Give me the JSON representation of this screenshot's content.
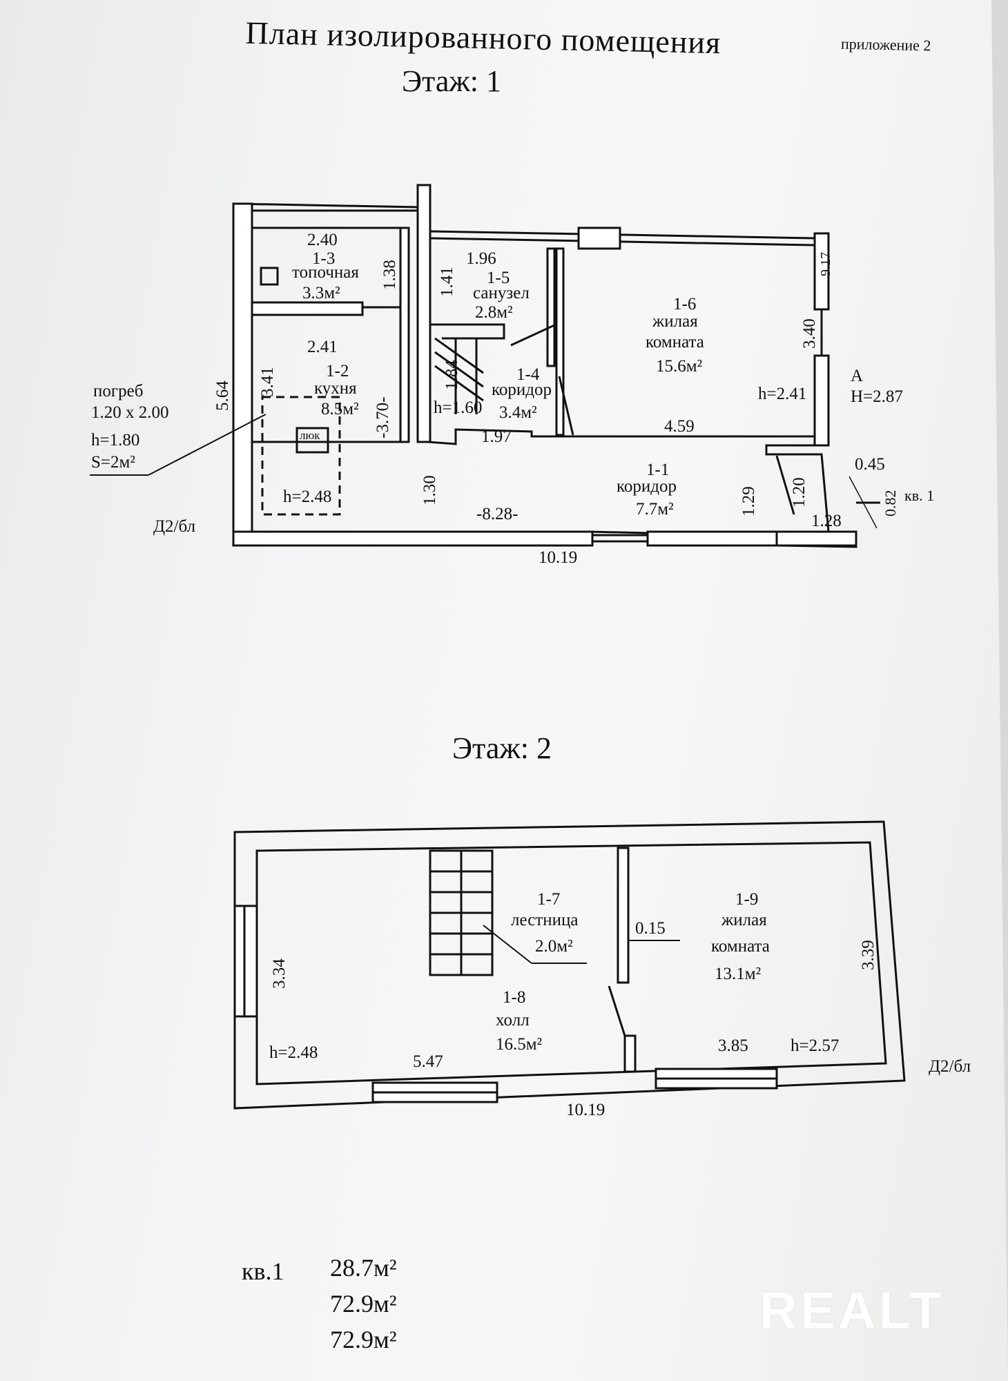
{
  "header": {
    "title": "План изолированного помещения",
    "appendix": "приложение 2"
  },
  "floor1": {
    "label": "Этаж: 1",
    "rooms": {
      "r13_num": "1-3",
      "r13_name": "топочная",
      "r13_area": "3.3м²",
      "r12_num": "1-2",
      "r12_name": "кухня",
      "r12_area": "8.5м²",
      "r15_num": "1-5",
      "r15_name": "санузел",
      "r15_area": "2.8м²",
      "r14_num": "1-4",
      "r14_name": "коридор",
      "r14_area": "3.4м²",
      "r16_num": "1-6",
      "r16_name1": "жилая",
      "r16_name2": "комната",
      "r16_area": "15.6м²",
      "r11_num": "1-1",
      "r11_name": "коридор",
      "r11_area": "7.7м²"
    },
    "cellar": {
      "line1": "погреб",
      "line2": "1.20 x 2.00",
      "line3": "h=1.80",
      "line4": "S=2м²",
      "hatch": "люк"
    },
    "dims": {
      "d240": "2.40",
      "d138": "1.38",
      "d241": "2.41",
      "d341": "3.41",
      "d564": "5.64",
      "d370": "-3.70-",
      "d141": "1.41",
      "d196": "1.96",
      "d184": "1.84",
      "d160": "h=1.60",
      "d197": "1.97",
      "d917": "9.17",
      "d340": "3.40",
      "h241": "h=2.41",
      "A": "A",
      "H287": "H=2.87",
      "d459": "4.59",
      "d045": "0.45",
      "d082": "0.82",
      "kv1": "кв. 1",
      "d128": "1.28",
      "d120": "1.20",
      "d129": "1.29",
      "d130": "1.30",
      "d828": "-8.28-",
      "h248": "h=2.48",
      "d2bl": "Д2/бл",
      "d1019": "10.19"
    }
  },
  "floor2": {
    "label": "Этаж: 2",
    "rooms": {
      "r17_num": "1-7",
      "r17_name": "лестница",
      "r17_area": "2.0м²",
      "r18_num": "1-8",
      "r18_name": "холл",
      "r18_area": "16.5м²",
      "r19_num": "1-9",
      "r19_name1": "жилая",
      "r19_name2": "комната",
      "r19_area": "13.1м²"
    },
    "dims": {
      "d334": "3.34",
      "d339": "3.39",
      "d015": "0.15",
      "h248": "h=2.48",
      "d547": "5.47",
      "d385": "3.85",
      "h257": "h=2.57",
      "d2bl": "Д2/бл",
      "d1019": "10.19"
    }
  },
  "summary": {
    "label": "кв.1",
    "values": [
      "28.7м²",
      "72.9м²",
      "72.9м²"
    ]
  },
  "watermark": "REALT"
}
